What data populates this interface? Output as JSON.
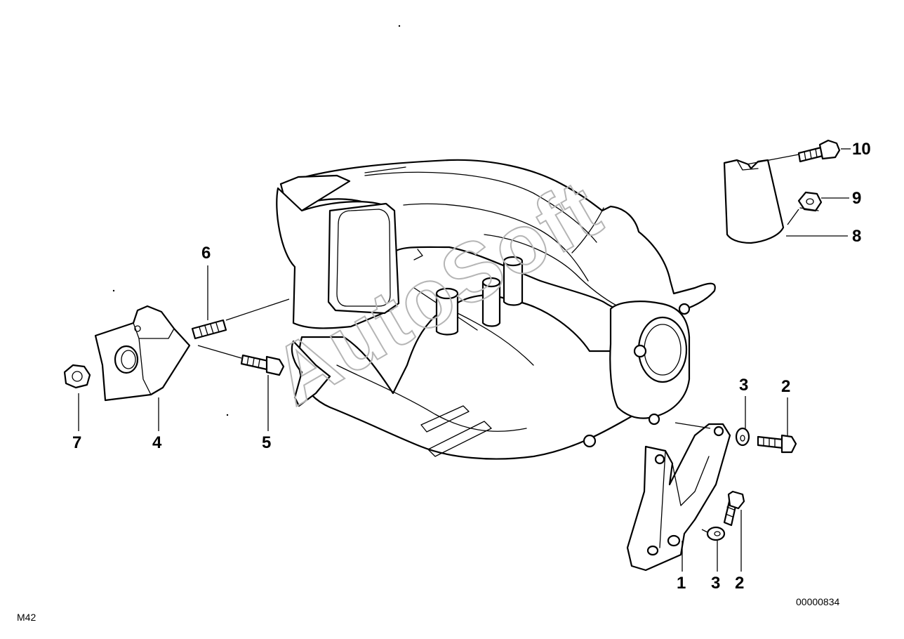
{
  "diagram": {
    "callouts": [
      {
        "id": "c10",
        "label": "10"
      },
      {
        "id": "c9",
        "label": "9"
      },
      {
        "id": "c8",
        "label": "8"
      },
      {
        "id": "c6",
        "label": "6"
      },
      {
        "id": "c7",
        "label": "7"
      },
      {
        "id": "c4",
        "label": "4"
      },
      {
        "id": "c5",
        "label": "5"
      },
      {
        "id": "c3a",
        "label": "3"
      },
      {
        "id": "c2a",
        "label": "2"
      },
      {
        "id": "c1",
        "label": "1"
      },
      {
        "id": "c3b",
        "label": "3"
      },
      {
        "id": "c2b",
        "label": "2"
      }
    ],
    "image_number": "00000834",
    "group_code": "M42",
    "watermark": "AutoSoft"
  }
}
